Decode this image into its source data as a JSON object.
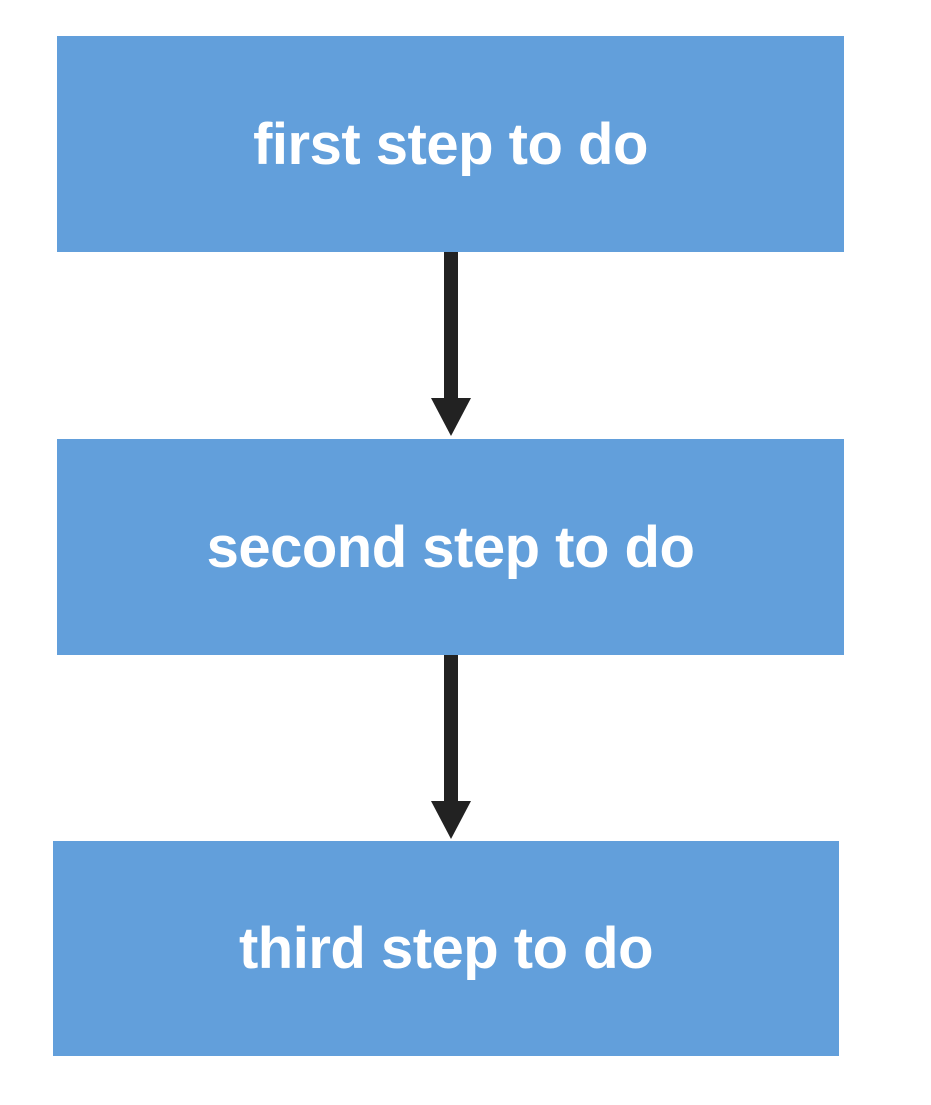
{
  "colors": {
    "box_fill": "#629fdb",
    "box_text": "#ffffff",
    "arrow": "#222222",
    "background": "#ffffff"
  },
  "flowchart": {
    "steps": [
      {
        "label": "first step to do"
      },
      {
        "label": "second step to do"
      },
      {
        "label": "third step to do"
      }
    ],
    "connectors": [
      {
        "from": "first step to do",
        "to": "second step to do",
        "icon": "arrow-down-icon"
      },
      {
        "from": "second step to do",
        "to": "third step to do",
        "icon": "arrow-down-icon"
      }
    ]
  }
}
